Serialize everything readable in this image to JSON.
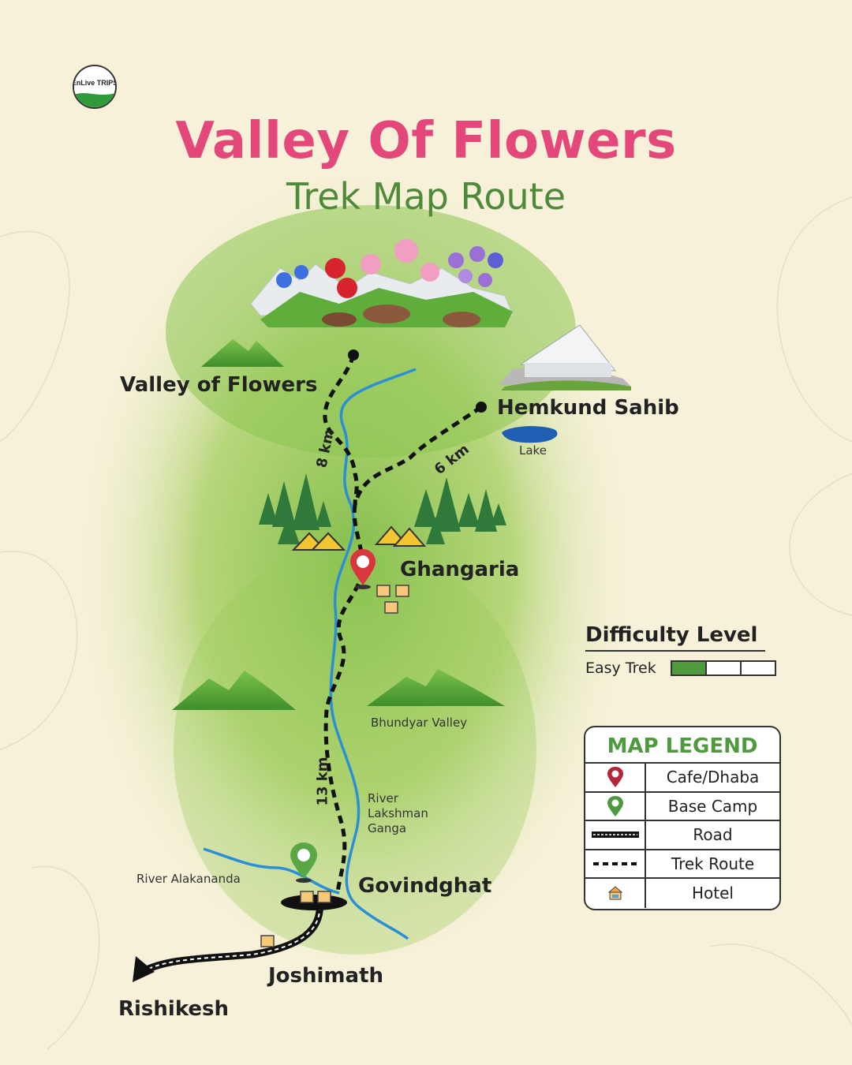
{
  "header": {
    "logo_text": "EnLive TRIPS",
    "title": "Valley Of Flowers",
    "subtitle": "Trek Map Route"
  },
  "places": {
    "valley": "Valley of Flowers",
    "hemkund": "Hemkund Sahib",
    "lake": "Lake",
    "ghangaria": "Ghangaria",
    "bhundyar": "Bhundyar Valley",
    "river_lakshman_1": "River",
    "river_lakshman_2": "Lakshman",
    "river_lakshman_3": "Ganga",
    "river_alaknanda": "River Alakananda",
    "govindghat": "Govindghat",
    "joshimath": "Joshimath",
    "rishikesh": "Rishikesh"
  },
  "distances": {
    "valley_leg": "8 km",
    "hemkund_leg": "6 km",
    "main_leg": "13 km"
  },
  "difficulty": {
    "title": "Difficulty Level",
    "label": "Easy Trek",
    "level": 1,
    "scale_max": 3
  },
  "legend": {
    "title": "MAP LEGEND",
    "items": [
      {
        "icon": "cafe-pin-icon",
        "label": "Cafe/Dhaba"
      },
      {
        "icon": "basecamp-pin-icon",
        "label": "Base Camp"
      },
      {
        "icon": "road-line-icon",
        "label": "Road"
      },
      {
        "icon": "trek-route-icon",
        "label": "Trek Route"
      },
      {
        "icon": "hotel-icon",
        "label": "Hotel"
      }
    ]
  },
  "colors": {
    "title": "#e4477a",
    "subtitle": "#4f8a3a",
    "river": "#2b8fd6",
    "cafe_pin": "#d9363e",
    "camp_pin": "#5aa845",
    "legend_title": "#4f9a3f"
  }
}
